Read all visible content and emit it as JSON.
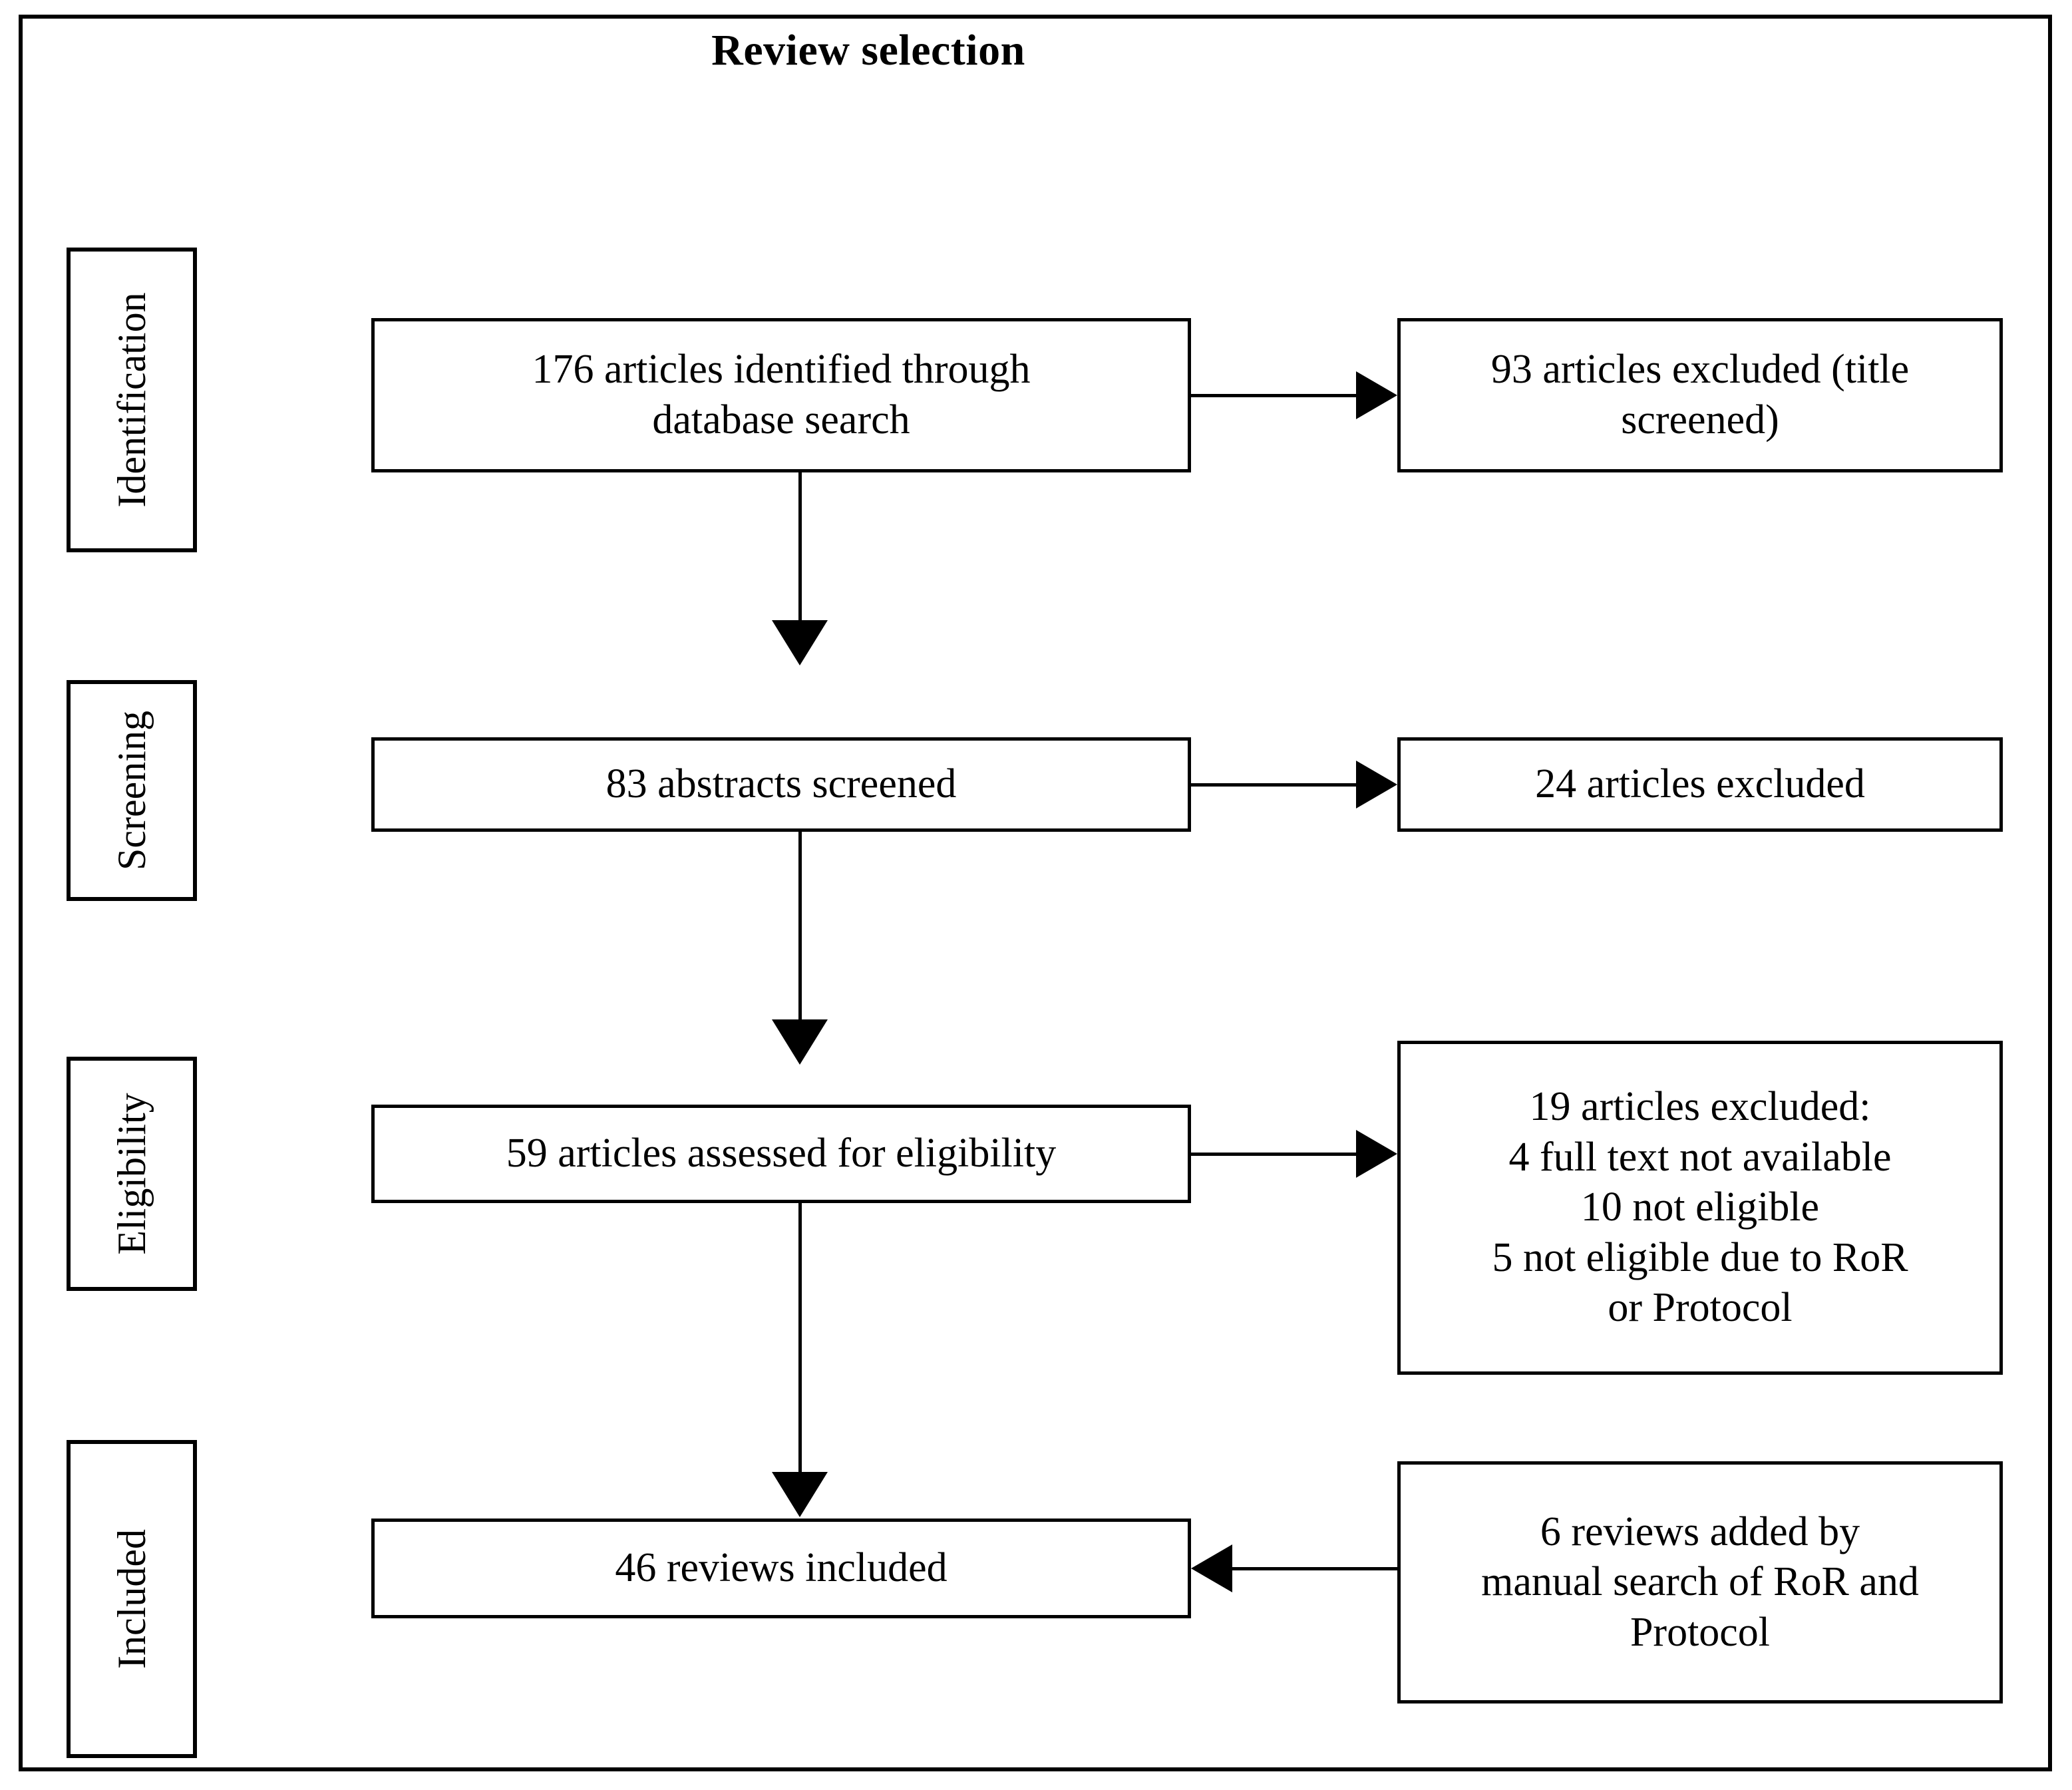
{
  "title": "Review selection",
  "stages": [
    {
      "id": "identification",
      "label": "Identification"
    },
    {
      "id": "screening",
      "label": "Screening"
    },
    {
      "id": "eligibility",
      "label": "Eligibility"
    },
    {
      "id": "included",
      "label": "Included"
    }
  ],
  "nodes": {
    "identified": "176 articles identified through\ndatabase search",
    "excluded_title": "93 articles excluded (title\nscreened)",
    "abstracts_screened": "83 abstracts screened",
    "excluded_abstracts": "24 articles excluded",
    "assessed_eligibility": "59 articles assessed for eligibility",
    "excluded_fulltext": "19 articles excluded:\n4 full text not available\n10 not eligible\n5 not eligible  due to RoR\nor Protocol",
    "reviews_included": "46 reviews included",
    "manual_added": "6 reviews added by\nmanual search of RoR and\nProtocol"
  },
  "flow_data": {
    "type": "prisma-flow-diagram",
    "title": "Review selection",
    "stages": [
      "Identification",
      "Screening",
      "Eligibility",
      "Included"
    ],
    "counts": {
      "identified_through_database_search": 176,
      "excluded_title_screened": 93,
      "abstracts_screened": 83,
      "excluded_after_abstract": 24,
      "assessed_for_eligibility": 59,
      "excluded_full_text_total": 19,
      "excluded_full_text_not_available": 4,
      "excluded_not_eligible": 10,
      "excluded_not_eligible_ror_or_protocol": 5,
      "added_manual_search_ror_protocol": 6,
      "reviews_included": 46
    },
    "edges": [
      {
        "from": "identified",
        "to": "excluded_title",
        "direction": "right"
      },
      {
        "from": "identified",
        "to": "abstracts_screened",
        "direction": "down"
      },
      {
        "from": "abstracts_screened",
        "to": "excluded_abstracts",
        "direction": "right"
      },
      {
        "from": "abstracts_screened",
        "to": "assessed_eligibility",
        "direction": "down"
      },
      {
        "from": "assessed_eligibility",
        "to": "excluded_fulltext",
        "direction": "right"
      },
      {
        "from": "assessed_eligibility",
        "to": "reviews_included",
        "direction": "down"
      },
      {
        "from": "manual_added",
        "to": "reviews_included",
        "direction": "left"
      }
    ]
  },
  "colors": {
    "border": "#000000",
    "background": "#ffffff",
    "text": "#000000"
  }
}
